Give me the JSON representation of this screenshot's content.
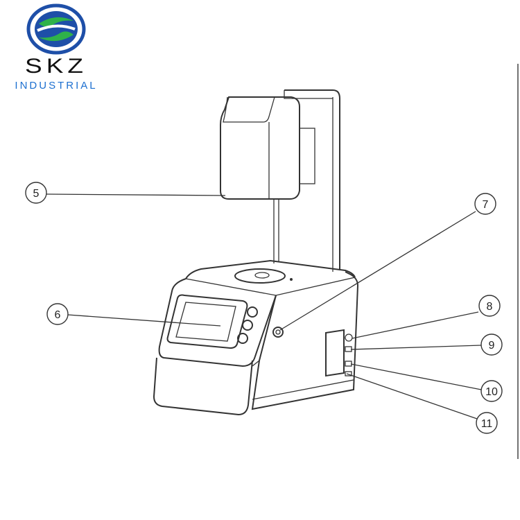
{
  "logo": {
    "brand": "SKZ",
    "subtitle": "INDUSTRIAL",
    "colors": {
      "ring": "#1e4fa8",
      "swoosh": "#2fb24a",
      "text": "#111111",
      "subtitle": "#1c6fd0"
    }
  },
  "callouts": [
    {
      "label": "5"
    },
    {
      "label": "6"
    },
    {
      "label": "7"
    },
    {
      "label": "8"
    },
    {
      "label": "9"
    },
    {
      "label": "10"
    },
    {
      "label": "11"
    }
  ]
}
